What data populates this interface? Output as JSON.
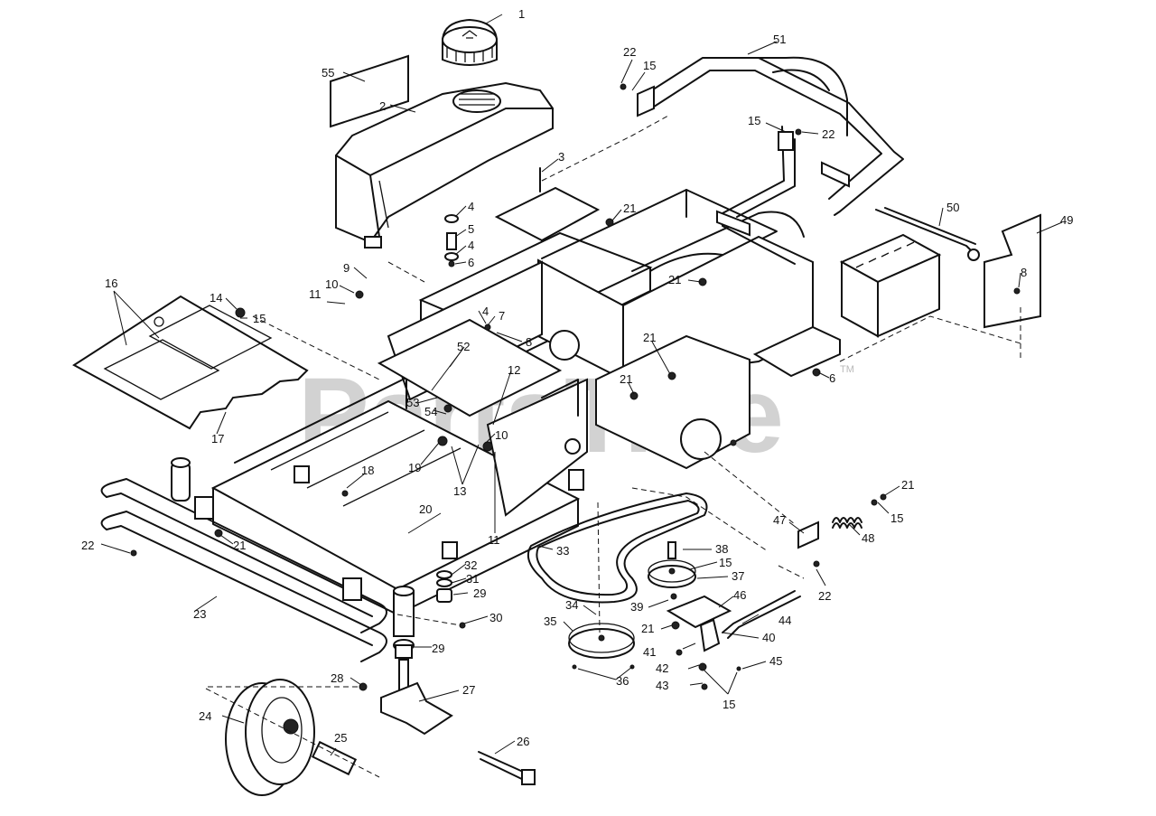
{
  "watermark": {
    "text": "PartsTree",
    "trademark": "TM"
  },
  "callouts": [
    {
      "id": "1",
      "text": "1"
    },
    {
      "id": "2",
      "text": "2"
    },
    {
      "id": "3",
      "text": "3"
    },
    {
      "id": "4a",
      "text": "4"
    },
    {
      "id": "5",
      "text": "5"
    },
    {
      "id": "4b",
      "text": "4"
    },
    {
      "id": "6a",
      "text": "6"
    },
    {
      "id": "9",
      "text": "9"
    },
    {
      "id": "10a",
      "text": "10"
    },
    {
      "id": "11a",
      "text": "11"
    },
    {
      "id": "14",
      "text": "14"
    },
    {
      "id": "15a",
      "text": "15"
    },
    {
      "id": "16",
      "text": "16"
    },
    {
      "id": "17",
      "text": "17"
    },
    {
      "id": "55",
      "text": "55"
    },
    {
      "id": "22a",
      "text": "22"
    },
    {
      "id": "15b",
      "text": "15"
    },
    {
      "id": "51",
      "text": "51"
    },
    {
      "id": "15c",
      "text": "15"
    },
    {
      "id": "22b",
      "text": "22"
    },
    {
      "id": "21a",
      "text": "21"
    },
    {
      "id": "50",
      "text": "50"
    },
    {
      "id": "49",
      "text": "49"
    },
    {
      "id": "8a",
      "text": "8"
    },
    {
      "id": "21b",
      "text": "21"
    },
    {
      "id": "4c",
      "text": "4"
    },
    {
      "id": "7",
      "text": "7"
    },
    {
      "id": "8b",
      "text": "8"
    },
    {
      "id": "21c",
      "text": "21"
    },
    {
      "id": "6b",
      "text": "6"
    },
    {
      "id": "52",
      "text": "52"
    },
    {
      "id": "12",
      "text": "12"
    },
    {
      "id": "21d",
      "text": "21"
    },
    {
      "id": "53",
      "text": "53"
    },
    {
      "id": "54",
      "text": "54"
    },
    {
      "id": "10b",
      "text": "10"
    },
    {
      "id": "19",
      "text": "19"
    },
    {
      "id": "13",
      "text": "13"
    },
    {
      "id": "18",
      "text": "18"
    },
    {
      "id": "20",
      "text": "20"
    },
    {
      "id": "11b",
      "text": "11"
    },
    {
      "id": "22c",
      "text": "22"
    },
    {
      "id": "21e",
      "text": "21"
    },
    {
      "id": "23",
      "text": "23"
    },
    {
      "id": "32",
      "text": "32"
    },
    {
      "id": "31",
      "text": "31"
    },
    {
      "id": "29a",
      "text": "29"
    },
    {
      "id": "30",
      "text": "30"
    },
    {
      "id": "29b",
      "text": "29"
    },
    {
      "id": "28",
      "text": "28"
    },
    {
      "id": "27",
      "text": "27"
    },
    {
      "id": "24",
      "text": "24"
    },
    {
      "id": "25",
      "text": "25"
    },
    {
      "id": "26",
      "text": "26"
    },
    {
      "id": "33",
      "text": "33"
    },
    {
      "id": "34",
      "text": "34"
    },
    {
      "id": "35",
      "text": "35"
    },
    {
      "id": "36",
      "text": "36"
    },
    {
      "id": "38",
      "text": "38"
    },
    {
      "id": "15d",
      "text": "15"
    },
    {
      "id": "37",
      "text": "37"
    },
    {
      "id": "39",
      "text": "39"
    },
    {
      "id": "46",
      "text": "46"
    },
    {
      "id": "21f",
      "text": "21"
    },
    {
      "id": "41",
      "text": "41"
    },
    {
      "id": "40",
      "text": "40"
    },
    {
      "id": "42",
      "text": "42"
    },
    {
      "id": "43",
      "text": "43"
    },
    {
      "id": "15e",
      "text": "15"
    },
    {
      "id": "45",
      "text": "45"
    },
    {
      "id": "44",
      "text": "44"
    },
    {
      "id": "47",
      "text": "47"
    },
    {
      "id": "48",
      "text": "48"
    },
    {
      "id": "21g",
      "text": "21"
    },
    {
      "id": "15f",
      "text": "15"
    },
    {
      "id": "22d",
      "text": "22"
    }
  ]
}
